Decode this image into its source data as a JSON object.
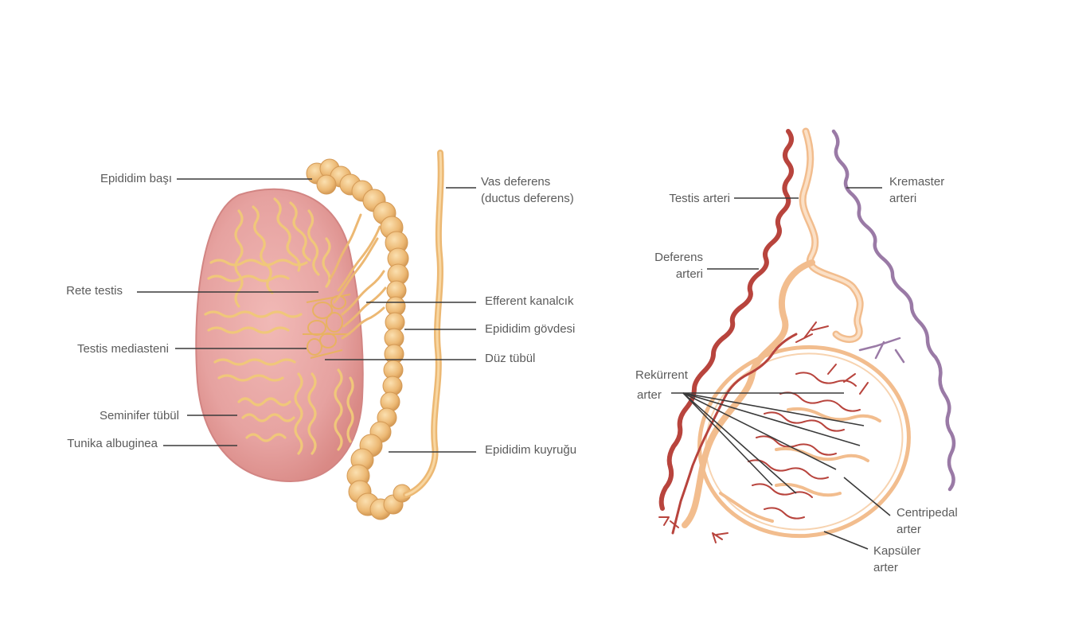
{
  "left_diagram": {
    "labels": {
      "epididim_basi": "Epididim başı",
      "rete_testis": "Rete testis",
      "testis_mediasteni": "Testis mediasteni",
      "seminifer_tubul": "Seminifer tübül",
      "tunika_albuginea": "Tunika albuginea",
      "vas_deferens_1": "Vas deferens",
      "vas_deferens_2": "(ductus deferens)",
      "efferent_kanalcik": "Efferent kanalcık",
      "epididim_govdesi": "Epididim gövdesi",
      "duz_tubul": "Düz tübül",
      "epididim_kuyrugu": "Epididim kuyruğu"
    }
  },
  "right_diagram": {
    "labels": {
      "testis_arteri": "Testis arteri",
      "deferens_arteri_1": "Deferens",
      "deferens_arteri_2": "arteri",
      "kremaster_arteri_1": "Kremaster",
      "kremaster_arteri_2": "arteri",
      "rekurrent_arter_1": "Rekürrent",
      "rekurrent_arter_2": "arter",
      "centripedal_arter_1": "Centripedal",
      "centripedal_arter_2": "arter",
      "kapsuler_arter_1": "Kapsüler",
      "kapsuler_arter_2": "arter"
    }
  },
  "colors": {
    "testis_fill": "#e6a2a0",
    "tubule": "#f0c77a",
    "epididymis": "#ecb873",
    "artery_red": "#b8443d",
    "artery_purple": "#9a7aa6",
    "deferens_peach": "#f2bd8e",
    "leader_line": "#3a3a3a",
    "label_text": "#5b5b5b"
  }
}
